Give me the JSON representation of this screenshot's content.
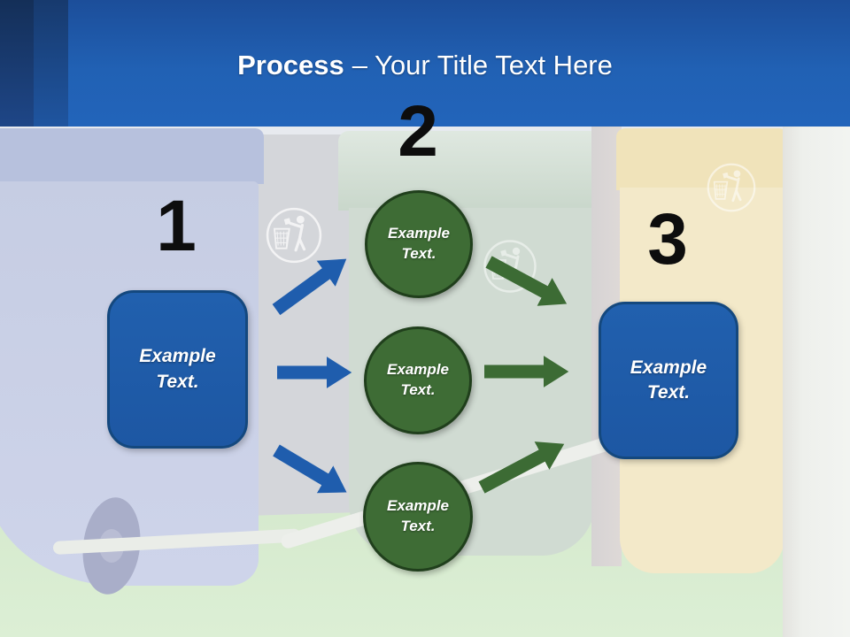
{
  "slide_title": {
    "bold_part": "Process",
    "regular_part": "– Your Title Text Here"
  },
  "steps": [
    {
      "number": "1",
      "label": "Example Text."
    },
    {
      "number": "2",
      "labels": [
        "Example Text.",
        "Example Text.",
        "Example Text."
      ]
    },
    {
      "number": "3",
      "label": "Example Text."
    }
  ],
  "icons": {
    "recycle_badge": "tidyman-recycle-icon"
  },
  "colors": {
    "header_blue_top": "#1c4e9a",
    "header_blue_bottom": "#2264ba",
    "accent_strip_dark": "#142f58",
    "accent_strip_medium": "#173a6e",
    "process_box_blue": "#1f5ca9",
    "process_box_border": "#14487e",
    "circle_green": "#3e6c35",
    "circle_border": "#203f1c",
    "arrow_blue": "#1f5dad",
    "arrow_green": "#3c6b34",
    "number_color": "#0d0d0d",
    "title_color": "#ffffff"
  }
}
